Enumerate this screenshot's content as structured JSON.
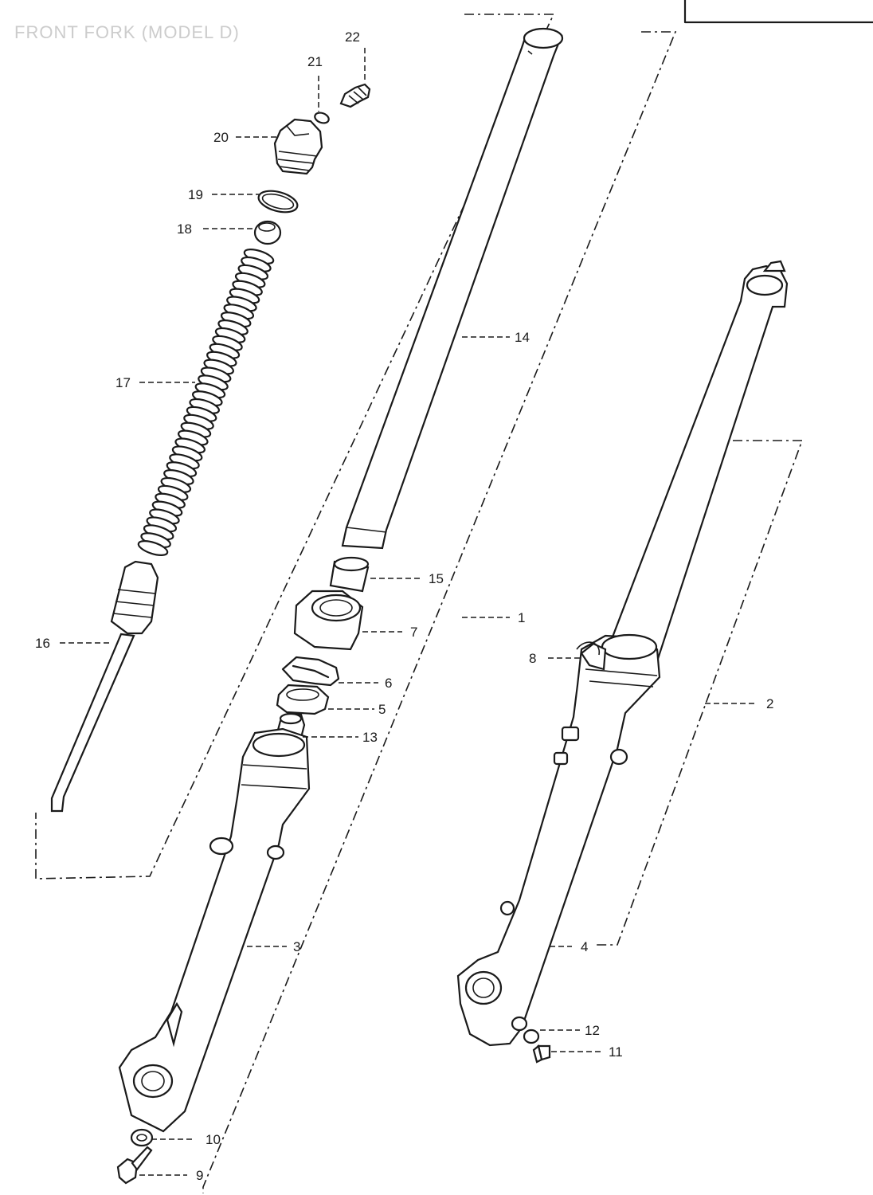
{
  "title": "FRONT FORK (MODEL D)",
  "labels": {
    "p1": "1",
    "p2": "2",
    "p3": "3",
    "p4": "4",
    "p5": "5",
    "p6": "6",
    "p7": "7",
    "p8": "8",
    "p9": "9",
    "p10": "10",
    "p11": "11",
    "p12": "12",
    "p13": "13",
    "p14": "14",
    "p15": "15",
    "p16": "16",
    "p17": "17",
    "p18": "18",
    "p19": "19",
    "p20": "20",
    "p21": "21",
    "p22": "22"
  }
}
